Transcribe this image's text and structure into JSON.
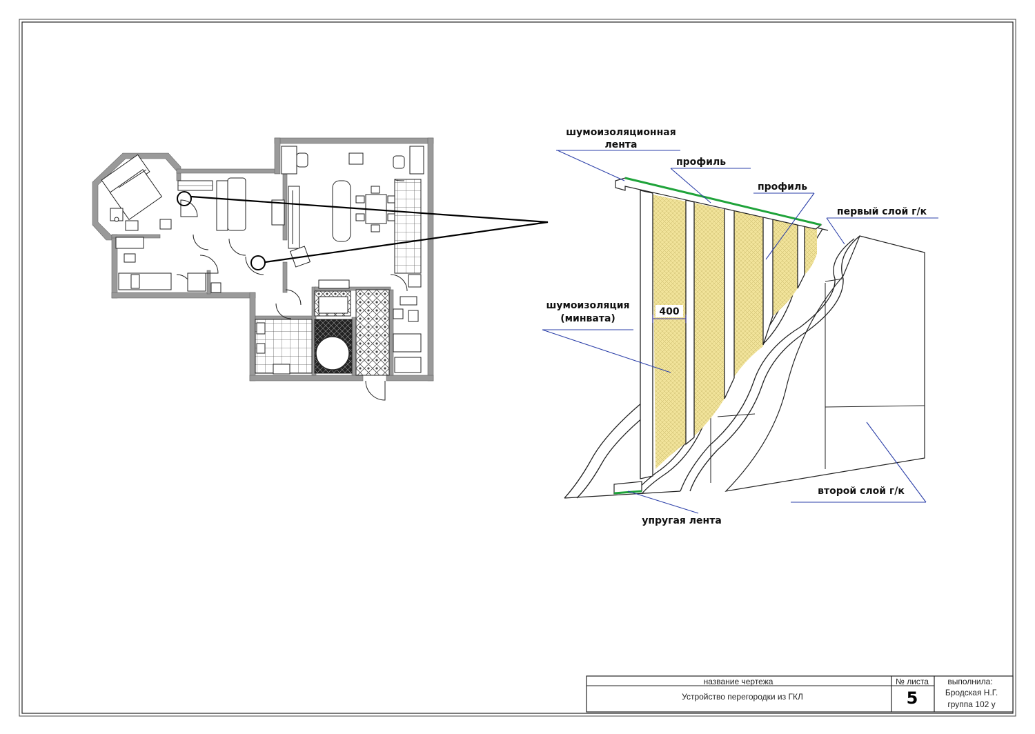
{
  "labels": {
    "noise_tape_line1": "шумоизоляционная",
    "noise_tape_line2": "лента",
    "profile_1": "профиль",
    "profile_2": "профиль",
    "first_layer": "первый слой г/к",
    "insulation_line1": "шумоизоляция",
    "insulation_line2": "(минвата)",
    "spacing": "400",
    "second_layer": "второй слой г/к",
    "elastic_tape": "упругая лента"
  },
  "title_block": {
    "drawing_name_header": "название чертежа",
    "sheet_no_header": "№ листа",
    "author_header": "выполнила:",
    "drawing_name": "Устройство перегородки из ГКЛ",
    "sheet_no": "5",
    "author_name": "Бродская Н.Г.",
    "author_group": "группа 102 у"
  },
  "colors": {
    "insulation": "#f1e39a",
    "tape": "#1fa33a",
    "wall": "#9a9a9a",
    "line": "#1a1a1a"
  }
}
